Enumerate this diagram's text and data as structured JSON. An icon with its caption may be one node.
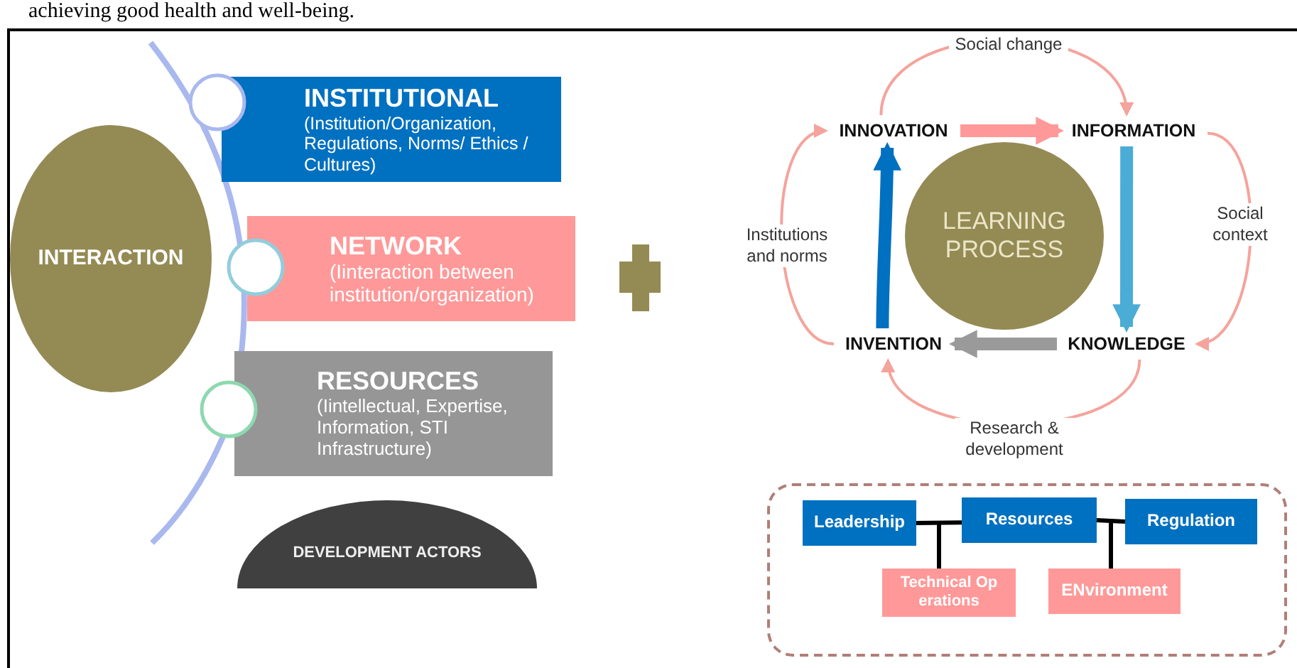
{
  "diagram": {
    "nodes": [
      {
        "text": [
          "INTERACTION"
        ]
      },
      {
        "text": [
          "INSTITUTIONAL",
          "(Institution/Organization, Regulations, Norms/ Ethics / Cultures)"
        ]
      },
      {
        "text": [
          "NETWORK",
          "(Iinteraction between institution/organization)"
        ]
      },
      {
        "text": [
          "RESOURCES",
          "(Iintellectual, Expertise, Information, STI Infrastructure)"
        ]
      },
      {
        "text": [
          "DEVELOPMENT ACTORS"
        ]
      },
      {
        "text": [
          "LEARNING PROCESS"
        ]
      },
      {
        "text": [
          "INNOVATION"
        ]
      },
      {
        "text": [
          "INFORMATION"
        ]
      },
      {
        "text": [
          "KNOWLEDGE"
        ]
      },
      {
        "text": [
          "INVENTION"
        ]
      },
      {
        "text": [],
        "shape": "box"
      },
      {
        "text": [
          "Leadership"
        ],
        "in": 10
      },
      {
        "text": [
          "Resources"
        ],
        "in": 10
      },
      {
        "text": [
          "Regulation"
        ],
        "in": 10
      },
      {
        "text": [
          "Technical Op erations"
        ],
        "in": 10
      },
      {
        "text": [
          "ENvironment"
        ],
        "in": 10
      }
    ],
    "edges": [
      {
        "from": 6,
        "to": 7,
        "arrow": "to",
        "label": "Social change",
        "color": "#f4a49c"
      },
      {
        "from": 7,
        "to": 8,
        "arrow": "to",
        "label": "Social context",
        "color": "#f4a49c"
      },
      {
        "from": 8,
        "to": 9,
        "arrow": "to",
        "label": "Research & development",
        "color": "#f4a49c"
      },
      {
        "from": 9,
        "to": 6,
        "arrow": "to",
        "label": "Institutions and norms",
        "color": "#f4a49c"
      },
      {
        "from": 6,
        "to": 7,
        "arrow": "to",
        "style": "thick",
        "color": "#ff9999"
      },
      {
        "from": 7,
        "to": 8,
        "arrow": "to",
        "style": "thick",
        "color": "#4bacd6"
      },
      {
        "from": 8,
        "to": 9,
        "arrow": "to",
        "style": "thick",
        "color": "#9a9a9a"
      },
      {
        "from": 9,
        "to": 6,
        "arrow": "to",
        "style": "thick",
        "color": "#0070c0"
      },
      {
        "from": 11,
        "to": 12,
        "arrow": "none"
      },
      {
        "from": 11,
        "to": 14,
        "arrow": "none"
      },
      {
        "from": 12,
        "to": 14,
        "arrow": "none"
      },
      {
        "from": 12,
        "to": 13,
        "arrow": "none"
      },
      {
        "from": 12,
        "to": 15,
        "arrow": "none"
      },
      {
        "from": 13,
        "to": 15,
        "arrow": "none"
      }
    ],
    "labels": [
      "achieving good health and well-being."
    ]
  }
}
